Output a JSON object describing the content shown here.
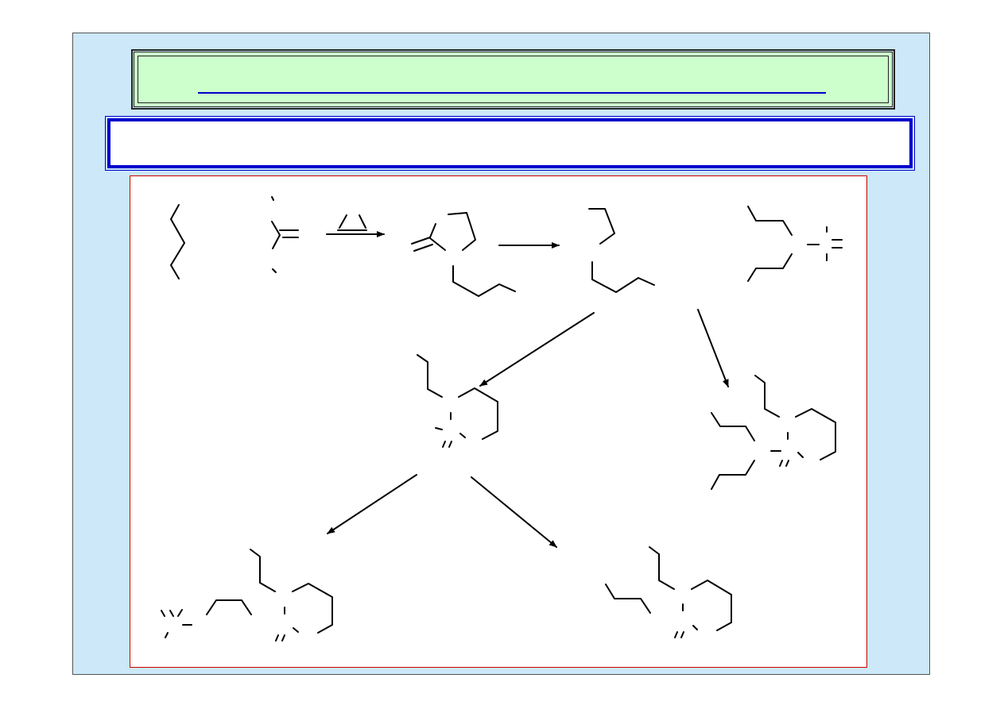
{
  "slide": {
    "title": "",
    "subtitle": ""
  },
  "colors": {
    "slide_background": "#cce8f9",
    "title_fill": "#ccffcc",
    "title_underline": "#0000cc",
    "subtitle_border": "#0000cc",
    "panel_border": "#cc0000"
  },
  "scheme": {
    "heat_symbol": "Δ (heat)",
    "structures": [
      "starting-chain",
      "carbonyl-reagent",
      "cyclic-intermediate",
      "open-chain-intermediate",
      "dialkyl-product",
      "bicyclic-center",
      "bicyclic-right",
      "bicyclic-bottom-left",
      "bicyclic-bottom-right"
    ],
    "arrows": [
      "heat-arrow",
      "step-arrow-1",
      "arrow-to-center",
      "arrow-to-right",
      "arrow-to-bottom-left",
      "arrow-to-bottom-right"
    ]
  }
}
